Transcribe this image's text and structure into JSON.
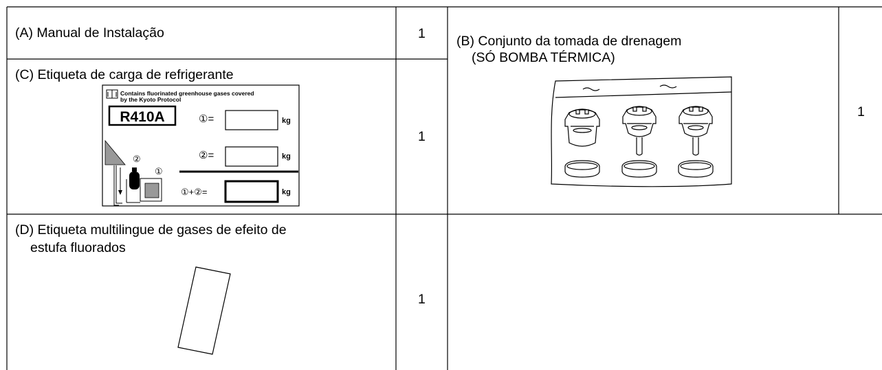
{
  "items": {
    "a": {
      "label": "(A) Manual de Instalação",
      "qty": "1"
    },
    "b": {
      "label_line1": "(B) Conjunto da tomada de drenagem",
      "label_line2": "(SÓ BOMBA TÉRMICA)",
      "qty": "1"
    },
    "c": {
      "label": "(C) Etiqueta de carga de refrigerante",
      "qty": "1"
    },
    "d": {
      "label_line1": "(D) Etiqueta multilingue de gases de efeito de",
      "label_line2": "estufa fluorados",
      "qty": "1"
    }
  },
  "refrigerant_label": {
    "header_line1": "Contains fluorinated greenhouse gases covered",
    "header_line2": "by the Kyoto Protocol",
    "refrigerant": "R410A",
    "field1": "①=",
    "field2": "②=",
    "field_total": "①+②=",
    "unit": "kg",
    "marker1": "①",
    "marker2": "②"
  }
}
